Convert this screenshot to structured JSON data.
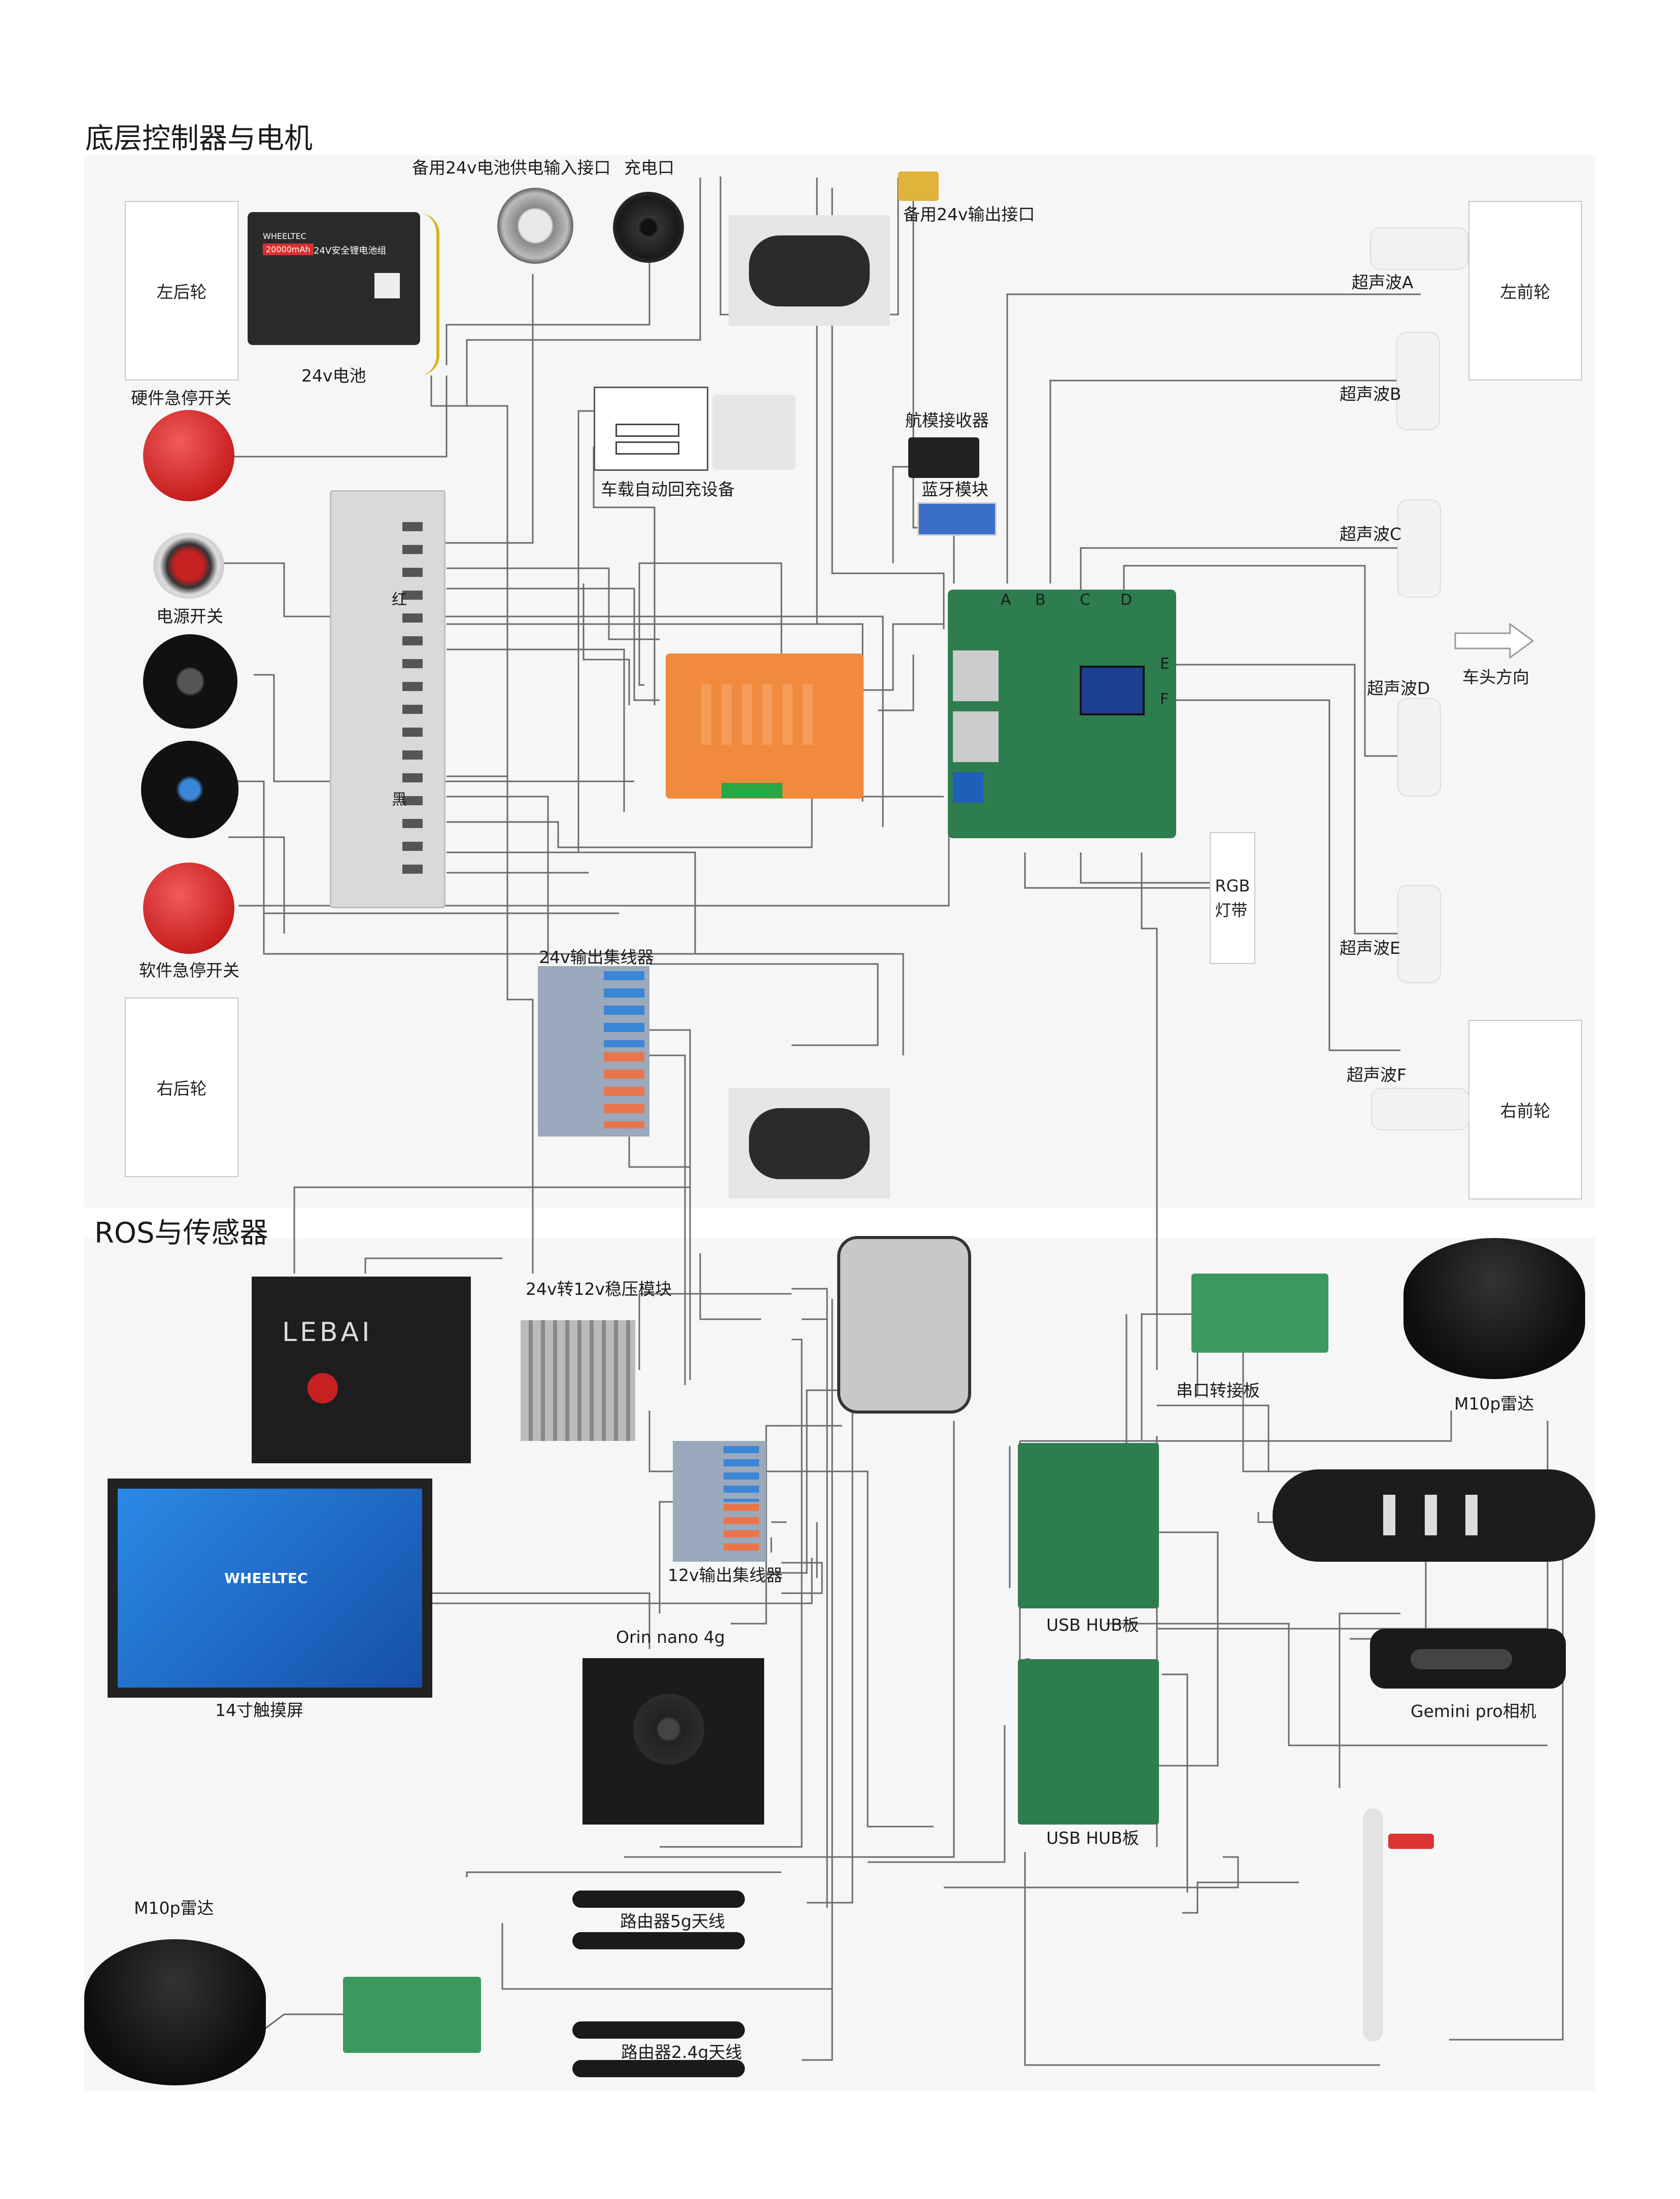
{
  "sections": {
    "low_level_title": "底层控制器与电机",
    "ros_title": "ROS与传感器"
  },
  "wheels": {
    "left_rear": "左后轮",
    "left_front": "左前轮",
    "right_rear": "右后轮",
    "right_front": "右前轮"
  },
  "power": {
    "battery_label": "24v电池",
    "battery_brand": "WHEELTEC",
    "battery_capacity": "20000mAh",
    "battery_name": "24V安全锂电池组",
    "spare_input_label": "备用24v电池供电输入接口",
    "charge_port_label": "充电口",
    "spare_output_label": "备用24v输出接口",
    "hub24_label": "24v输出集线器",
    "bus_red": "红",
    "bus_black": "黑"
  },
  "switches": {
    "hw_estop": "硬件急停开关",
    "power_switch": "电源开关",
    "sw_estop": "软件急停开关"
  },
  "controller": {
    "dock_label": "车载自动回充设备",
    "rc_receiver": "航模接收器",
    "bluetooth": "蓝牙模块",
    "ports": [
      "A",
      "B",
      "C",
      "D",
      "E",
      "F"
    ],
    "rgb_label": "RGB\n灯带",
    "direction_label": "车头方向"
  },
  "ultrasonic": {
    "a": "超声波A",
    "b": "超声波B",
    "c": "超声波C",
    "d": "超声波D",
    "e": "超声波E",
    "f": "超声波F"
  },
  "ros": {
    "regulator": "24v转12v稳压模块",
    "hub12": "12v输出集线器",
    "orin": "Orin nano 4g",
    "touchscreen": "14寸触摸屏",
    "serial_board": "串口转接板",
    "lidar_top": "M10p雷达",
    "lidar_bottom": "M10p雷达",
    "usb_hub_1": "USB HUB板",
    "usb_hub_2": "USB HUB板",
    "camera": "Gemini pro相机",
    "antenna_5g": "路由器5g天线",
    "antenna_24g": "路由器2.4g天线",
    "lebai_brand": "LEBAI",
    "wheeltec_brand": "WHEELTEC"
  },
  "colors": {
    "panel": "#f6f6f6",
    "wire": "#6b6b6b",
    "driver_orange": "#f08a3c",
    "pcb_green": "#2e7d4f",
    "estop_red": "#d93030",
    "screen_blue": "#1e6fd0",
    "hub_blue": "#3b86d6",
    "hub_orange": "#e8764a"
  }
}
